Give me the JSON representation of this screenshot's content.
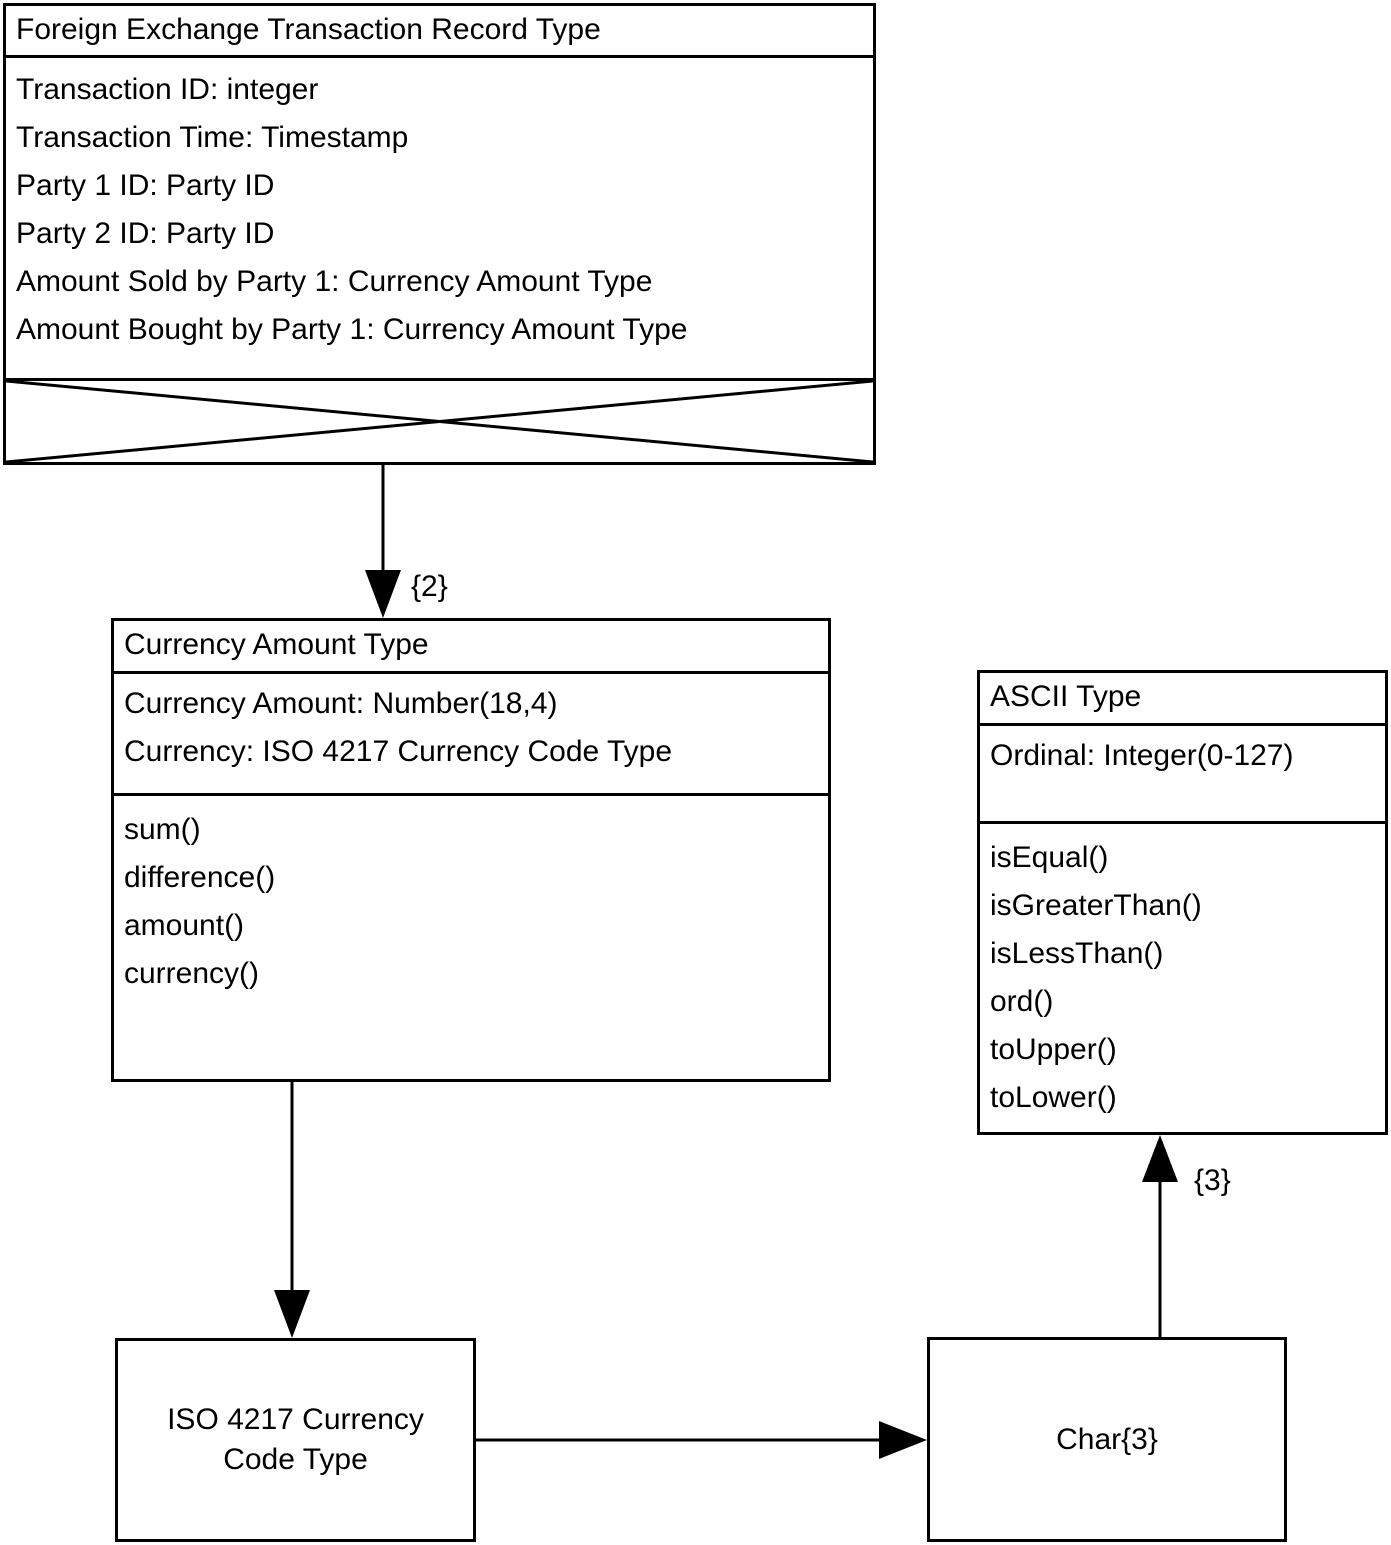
{
  "diagram": {
    "type": "uml-class-diagram",
    "background": "#ffffff",
    "stroke": "#000000"
  },
  "classes": {
    "fx_transaction": {
      "name": "Foreign Exchange Transaction Record Type",
      "attributes": [
        "Transaction ID: integer",
        "Transaction Time: Timestamp",
        "Party 1 ID: Party ID",
        "Party 2 ID: Party ID",
        "Amount Sold by Party 1: Currency Amount Type",
        "Amount Bought by Party 1: Currency Amount Type"
      ],
      "operations": [],
      "operations_empty_crossed_out": true
    },
    "currency_amount": {
      "name": "Currency Amount Type",
      "attributes": [
        "Currency Amount: Number(18,4)",
        "Currency: ISO 4217 Currency Code Type"
      ],
      "operations": [
        "sum()",
        "difference()",
        "amount()",
        "currency()"
      ]
    },
    "ascii": {
      "name": "ASCII Type",
      "attributes": [
        "Ordinal: Integer(0-127)"
      ],
      "operations": [
        "isEqual()",
        "isGreaterThan()",
        "isLessThan()",
        "ord()",
        "toUpper()",
        "toLower()"
      ]
    },
    "iso4217": {
      "name_line1": "ISO 4217 Currency",
      "name_line2": "Code Type"
    },
    "char3": {
      "name": "Char{3}"
    }
  },
  "connectors": [
    {
      "id": "fx-to-currency-amount",
      "from": "fx_transaction",
      "to": "currency_amount",
      "multiplicity": "{2}",
      "arrow": "filled-triangle",
      "direction": "down"
    },
    {
      "id": "currency-amount-to-iso4217",
      "from": "currency_amount",
      "to": "iso4217",
      "multiplicity": "",
      "arrow": "filled-triangle",
      "direction": "down"
    },
    {
      "id": "iso4217-to-char3",
      "from": "iso4217",
      "to": "char3",
      "multiplicity": "",
      "arrow": "filled-triangle",
      "direction": "right"
    },
    {
      "id": "char3-to-ascii",
      "from": "char3",
      "to": "ascii",
      "multiplicity": "{3}",
      "arrow": "filled-triangle",
      "direction": "up"
    }
  ]
}
